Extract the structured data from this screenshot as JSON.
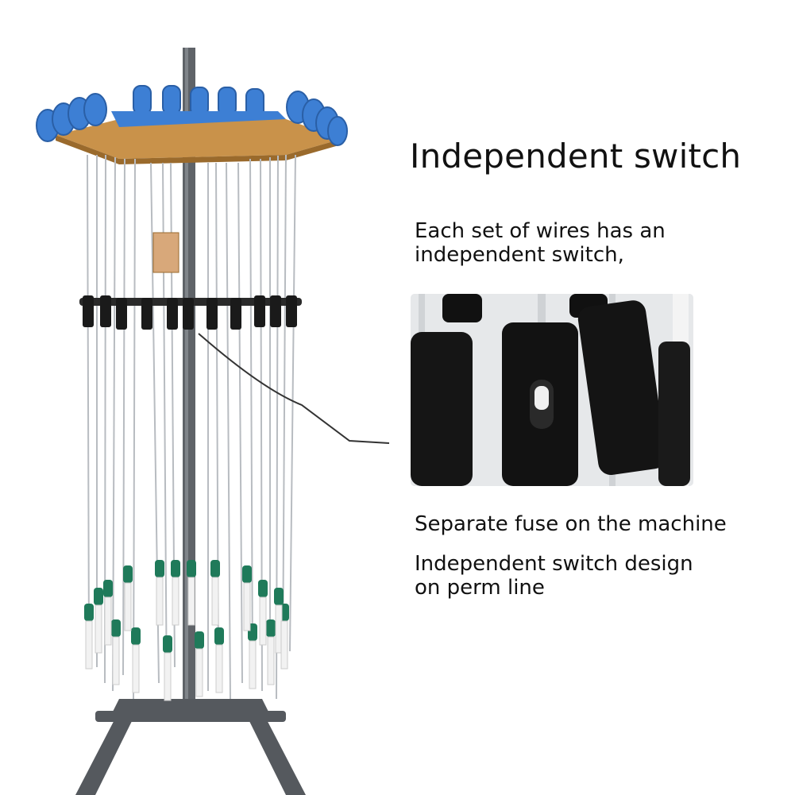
{
  "heading": "Independent switch",
  "description": [
    "Each set of wires has an",
    "independent switch,"
  ],
  "features": [
    "Separate fuse on the machine",
    [
      "Independent switch design",
      "on perm line"
    ]
  ],
  "colors": {
    "clamp_blue": "#3d7fd4",
    "board_wood": "#c9924a",
    "switch_black": "#1a1a1a",
    "rod_green": "#1f7a5a",
    "stand_grey": "#5a5e63"
  }
}
